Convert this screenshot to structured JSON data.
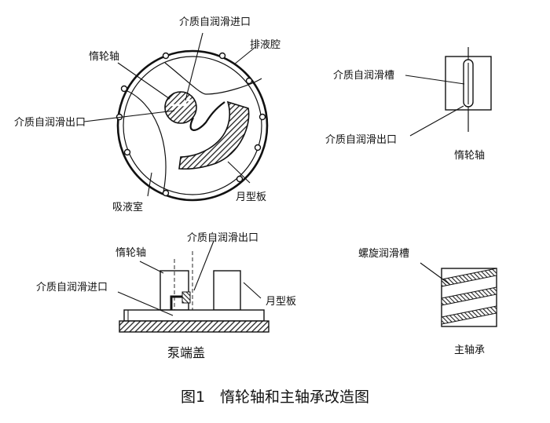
{
  "diagram_a": {
    "label_inlet": "介质自润滑进口",
    "label_idler_shaft": "惰轮轴",
    "label_discharge_chamber": "排液腔",
    "label_outlet": "介质自润滑出口",
    "label_suction_chamber": "吸液室",
    "label_crescent": "月型板"
  },
  "diagram_b": {
    "label_groove": "介质自润滑槽",
    "label_outlet": "介质自润滑出口",
    "label_idler_shaft": "惰轮轴"
  },
  "diagram_c": {
    "label_idler_shaft": "惰轮轴",
    "label_outlet": "介质自润滑出口",
    "label_inlet": "介质自润滑进口",
    "label_crescent": "月型板",
    "label_end_cover": "泵端盖"
  },
  "diagram_d": {
    "label_spiral_groove": "螺旋润滑槽",
    "label_bearing": "主轴承"
  },
  "caption": "图1　惰轮轴和主轴承改造图"
}
